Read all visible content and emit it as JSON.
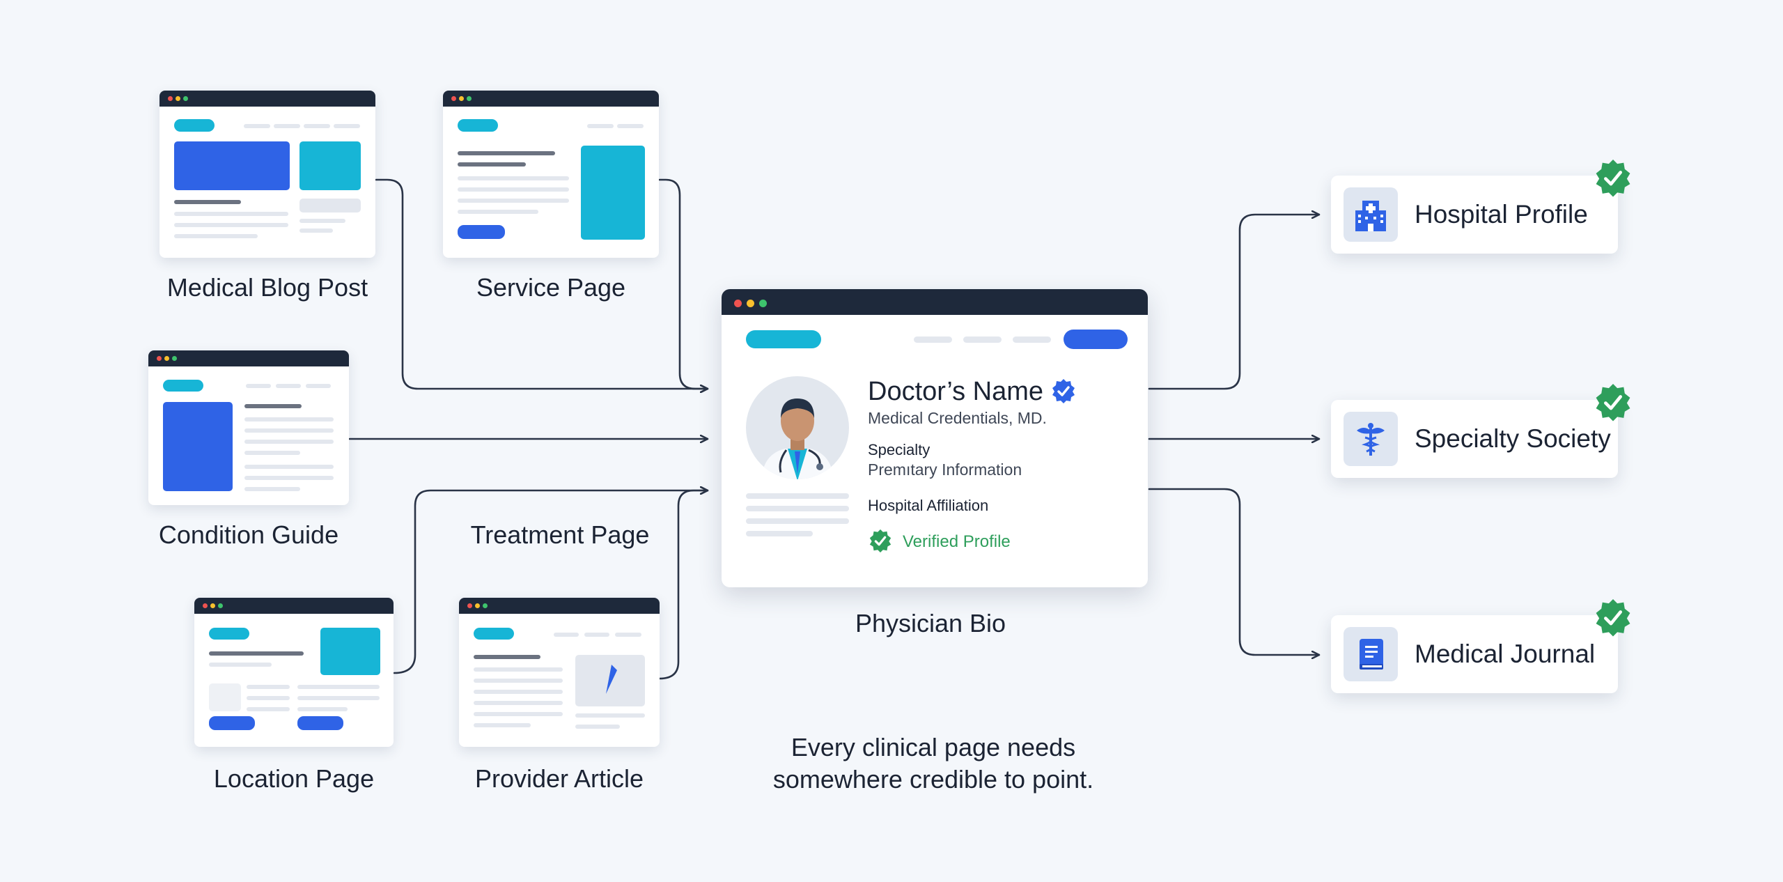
{
  "sources": [
    {
      "label": "Medical Blog Post"
    },
    {
      "label": "Service Page"
    },
    {
      "label": "Condition Guide"
    },
    {
      "label": "Treatment Page"
    },
    {
      "label": "Location Page"
    },
    {
      "label": "Provider Article"
    }
  ],
  "profile": {
    "doctor_name": "Doctor’s Name",
    "credentials": "Medical Credentials, MD.",
    "specialty_label": "Specialty",
    "specialty_value": "Premıtary Information",
    "hospital_label": "Hospital Affiliation",
    "verified_text": "Verified Profile",
    "caption": "Physician Bio"
  },
  "targets": [
    {
      "label": "Hospital Profile",
      "icon": "hospital-icon"
    },
    {
      "label": "Specialty Society",
      "icon": "caduceus-icon"
    },
    {
      "label": "Medical Journal",
      "icon": "book-icon"
    }
  ],
  "footer": {
    "line1": "Every clinical page needs",
    "line2": "somewhere credible to point."
  },
  "colors": {
    "accent_blue": "#2f63e6",
    "accent_teal": "#17b5d6",
    "verified_green": "#2e9e5b",
    "dark_navy": "#1e293b",
    "connector": "#2a3447"
  }
}
